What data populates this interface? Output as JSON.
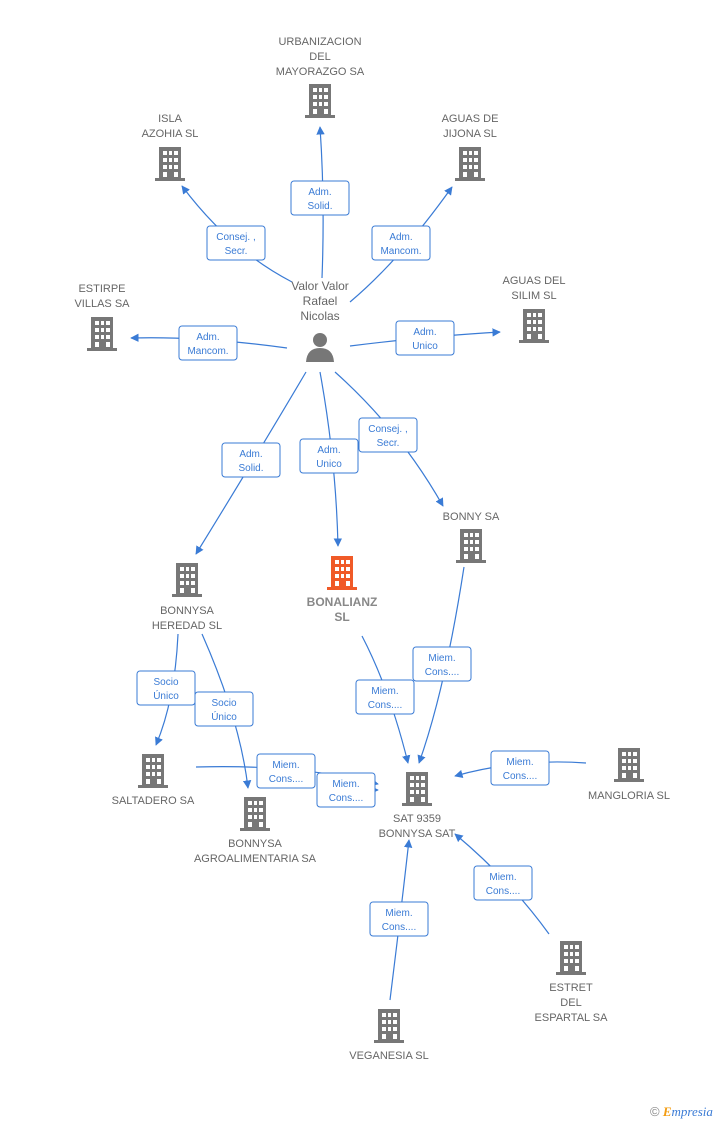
{
  "colors": {
    "edge": "#3a7bd5",
    "node": "#777777",
    "highlight": "#f05a28",
    "label": "#666666"
  },
  "person": {
    "lines": [
      "Valor Valor",
      "Rafael",
      "Nicolas"
    ],
    "icon": "person-icon"
  },
  "nodes": [
    {
      "id": "urbanizacion",
      "lines": [
        "URBANIZACION",
        "DEL",
        "MAYORAZGO SA"
      ],
      "icon": "building-icon"
    },
    {
      "id": "isla",
      "lines": [
        "ISLA",
        "AZOHIA  SL"
      ],
      "icon": "building-icon"
    },
    {
      "id": "aguas_jijona",
      "lines": [
        "AGUAS DE",
        "JIJONA SL"
      ],
      "icon": "building-icon"
    },
    {
      "id": "estirpe",
      "lines": [
        "ESTIRPE",
        "VILLAS SA"
      ],
      "icon": "building-icon"
    },
    {
      "id": "aguas_silim",
      "lines": [
        "AGUAS DEL",
        "SILIM  SL"
      ],
      "icon": "building-icon"
    },
    {
      "id": "bonny",
      "lines": [
        "BONNY SA"
      ],
      "icon": "building-icon"
    },
    {
      "id": "bonalianz",
      "lines": [
        "BONALIANZ",
        "SL"
      ],
      "icon": "building-icon",
      "main": true
    },
    {
      "id": "heredad",
      "lines": [
        "BONNYSA",
        "HEREDAD  SL"
      ],
      "icon": "building-icon"
    },
    {
      "id": "saltadero",
      "lines": [
        "SALTADERO SA"
      ],
      "icon": "building-icon"
    },
    {
      "id": "agro",
      "lines": [
        "BONNYSA",
        "AGROALIMENTARIA SA"
      ],
      "icon": "building-icon"
    },
    {
      "id": "sat",
      "lines": [
        "SAT 9359",
        "BONNYSA SAT"
      ],
      "icon": "building-icon"
    },
    {
      "id": "mangloria",
      "lines": [
        "MANGLORIA SL"
      ],
      "icon": "building-icon"
    },
    {
      "id": "estret",
      "lines": [
        "ESTRET",
        "DEL",
        "ESPARTAL SA"
      ],
      "icon": "building-icon"
    },
    {
      "id": "veganesia",
      "lines": [
        "VEGANESIA SL"
      ],
      "icon": "building-icon"
    }
  ],
  "edges": [
    {
      "from": "person",
      "to": "urbanizacion",
      "label": [
        "Adm.",
        "Solid."
      ]
    },
    {
      "from": "person",
      "to": "isla",
      "label": [
        "Consej. ,",
        "Secr."
      ]
    },
    {
      "from": "person",
      "to": "aguas_jijona",
      "label": [
        "Adm.",
        "Mancom."
      ]
    },
    {
      "from": "person",
      "to": "estirpe",
      "label": [
        "Adm.",
        "Mancom."
      ]
    },
    {
      "from": "person",
      "to": "aguas_silim",
      "label": [
        "Adm.",
        "Unico"
      ]
    },
    {
      "from": "person",
      "to": "heredad",
      "label": [
        "Adm.",
        "Solid."
      ]
    },
    {
      "from": "person",
      "to": "bonalianz",
      "label": [
        "Adm.",
        "Unico"
      ]
    },
    {
      "from": "person",
      "to": "bonny",
      "label": [
        "Consej. ,",
        "Secr."
      ]
    },
    {
      "from": "heredad",
      "to": "saltadero",
      "label": [
        "Socio",
        "Único"
      ]
    },
    {
      "from": "heredad",
      "to": "agro",
      "label": [
        "Socio",
        "Único"
      ]
    },
    {
      "from": "bonny",
      "to": "sat",
      "label": [
        "Miem.",
        "Cons...."
      ]
    },
    {
      "from": "bonalianz",
      "to": "sat",
      "label": [
        "Miem.",
        "Cons...."
      ]
    },
    {
      "from": "saltadero",
      "to": "sat",
      "label": [
        "Miem.",
        "Cons...."
      ]
    },
    {
      "from": "agro",
      "to": "sat",
      "label": [
        "Miem.",
        "Cons...."
      ]
    },
    {
      "from": "mangloria",
      "to": "sat",
      "label": [
        "Miem.",
        "Cons...."
      ]
    },
    {
      "from": "estret",
      "to": "sat",
      "label": [
        "Miem.",
        "Cons...."
      ]
    },
    {
      "from": "veganesia",
      "to": "sat",
      "label": [
        "Miem.",
        "Cons...."
      ]
    }
  ],
  "footer": {
    "copyright": "©",
    "brand_first": "E",
    "brand_rest": "mpresia"
  }
}
